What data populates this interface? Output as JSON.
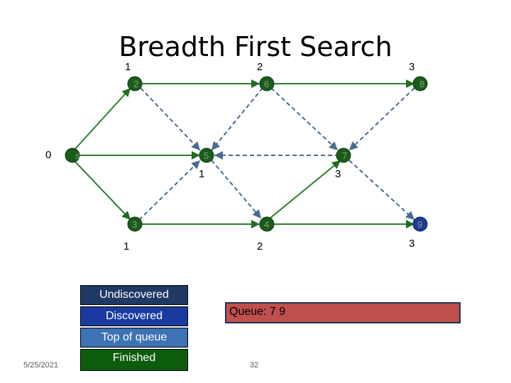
{
  "title": "Breadth First Search",
  "distances": [
    {
      "id": "top-left",
      "text": "1"
    },
    {
      "id": "top-mid",
      "text": "2"
    },
    {
      "id": "top-right",
      "text": "3"
    },
    {
      "id": "left",
      "text": "0"
    },
    {
      "id": "center",
      "text": "1"
    },
    {
      "id": "mid-right",
      "text": "3"
    },
    {
      "id": "bottom-left",
      "text": "1"
    },
    {
      "id": "bottom-mid",
      "text": "2"
    },
    {
      "id": "bottom-right",
      "text": "3"
    }
  ],
  "nodes": [
    {
      "id": "s",
      "label": "s",
      "fill": "#1a5c1a"
    },
    {
      "id": "a",
      "label": "2",
      "fill": "#1a5c1a"
    },
    {
      "id": "b",
      "label": "6",
      "fill": "#1a5c1a"
    },
    {
      "id": "c",
      "label": "8",
      "fill": "#1a5c1a"
    },
    {
      "id": "d",
      "label": "5",
      "fill": "#1a5c1a"
    },
    {
      "id": "e",
      "label": "7",
      "fill": "#1a5c1a"
    },
    {
      "id": "f",
      "label": "3",
      "fill": "#1a5c1a"
    },
    {
      "id": "g",
      "label": "4",
      "fill": "#1a5c1a"
    },
    {
      "id": "h",
      "label": "9",
      "fill": "#1f3a93"
    }
  ],
  "legend": {
    "undiscovered": {
      "label": "Undiscovered",
      "color": "#1f3864"
    },
    "discovered": {
      "label": "Discovered",
      "color": "#1b3aa0"
    },
    "top_of_queue": {
      "label": "Top of queue",
      "color": "#3d73b5"
    },
    "finished": {
      "label": "Finished",
      "color": "#0d5c0d"
    }
  },
  "queue": {
    "text": "Queue: 7 9"
  },
  "footer": {
    "date": "5/25/2021",
    "page": "32"
  }
}
